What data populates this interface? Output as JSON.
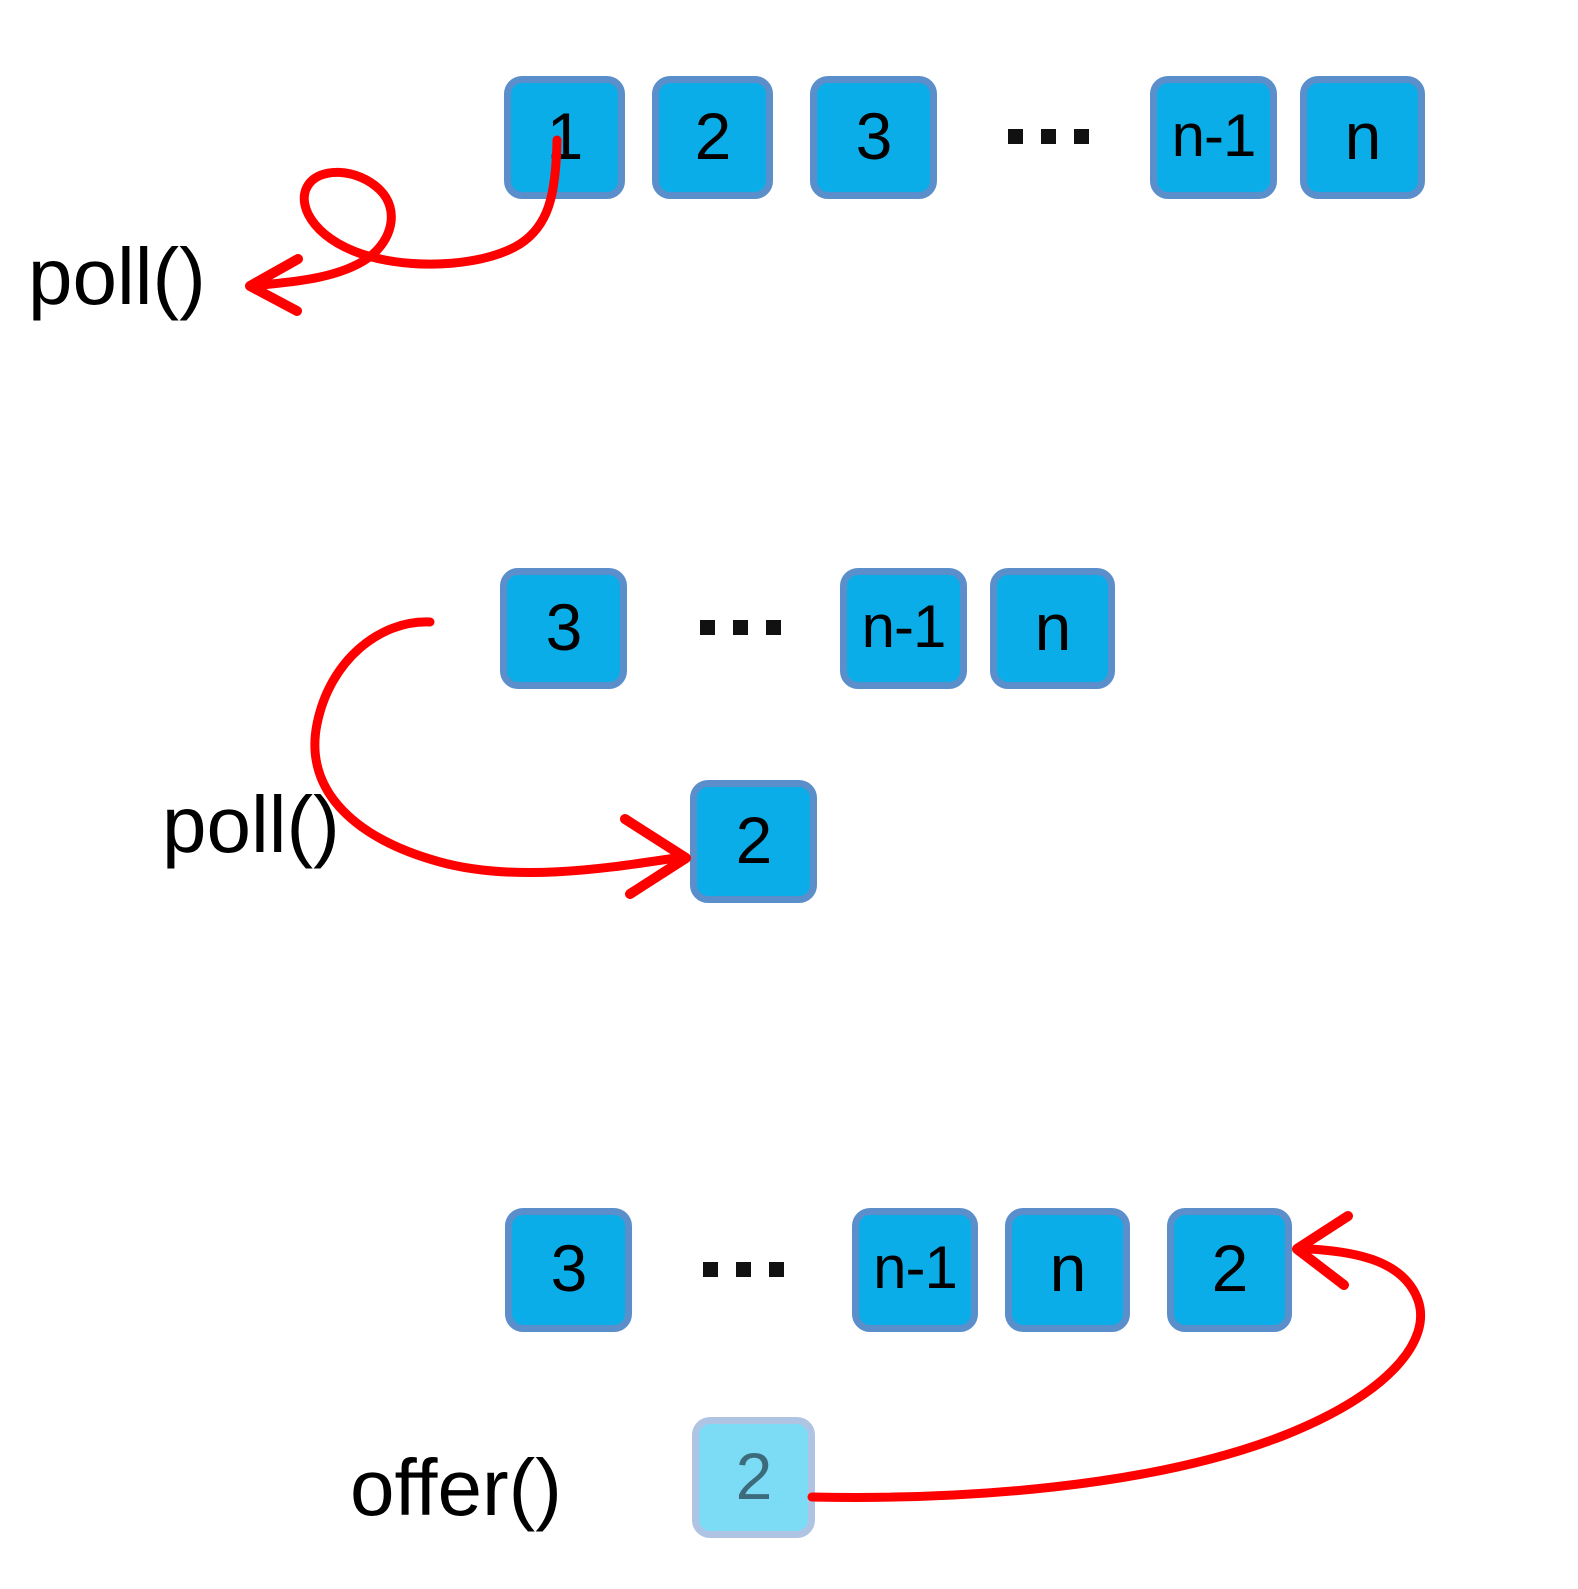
{
  "figure": {
    "title": "Queue poll and offer operations",
    "background_color": "#ffffff",
    "box_fill": "#0BADE8",
    "box_border": "#5B8FCB",
    "faded_box_fill": "#7CDCF5",
    "faded_box_border": "#AFC4E3",
    "faded_box_text": "#3C6C7C",
    "arrow_color": "#FF0000",
    "text_color": "#000000"
  },
  "rows": [
    {
      "id": "row-initial",
      "operation_label": "poll()",
      "boxes": [
        {
          "label": "1"
        },
        {
          "label": "2"
        },
        {
          "label": "3"
        },
        {
          "label": "···",
          "ellipsis": true
        },
        {
          "label": "n-1"
        },
        {
          "label": "n"
        }
      ]
    },
    {
      "id": "row-after-first-poll",
      "operation_label": "poll()",
      "boxes": [
        {
          "label": "3"
        },
        {
          "label": "···",
          "ellipsis": true
        },
        {
          "label": "n-1"
        },
        {
          "label": "n"
        }
      ],
      "polled_box": {
        "label": "2"
      }
    },
    {
      "id": "row-after-offer",
      "operation_label": "offer()",
      "boxes": [
        {
          "label": "3"
        },
        {
          "label": "···",
          "ellipsis": true
        },
        {
          "label": "n-1"
        },
        {
          "label": "n"
        },
        {
          "label": "2"
        }
      ],
      "offered_box": {
        "label": "2"
      }
    }
  ],
  "labels": {
    "poll_top": "poll()",
    "poll_middle": "poll()",
    "offer_bottom": "offer()"
  },
  "boxes": {
    "r1b1": "1",
    "r1b2": "2",
    "r1b3": "3",
    "r1b5": "n-1",
    "r1b6": "n",
    "r2b1": "3",
    "r2b3": "n-1",
    "r2b4": "n",
    "r2polled": "2",
    "r3b1": "3",
    "r3b3": "n-1",
    "r3b4": "n",
    "r3b5": "2",
    "r3offered": "2"
  }
}
